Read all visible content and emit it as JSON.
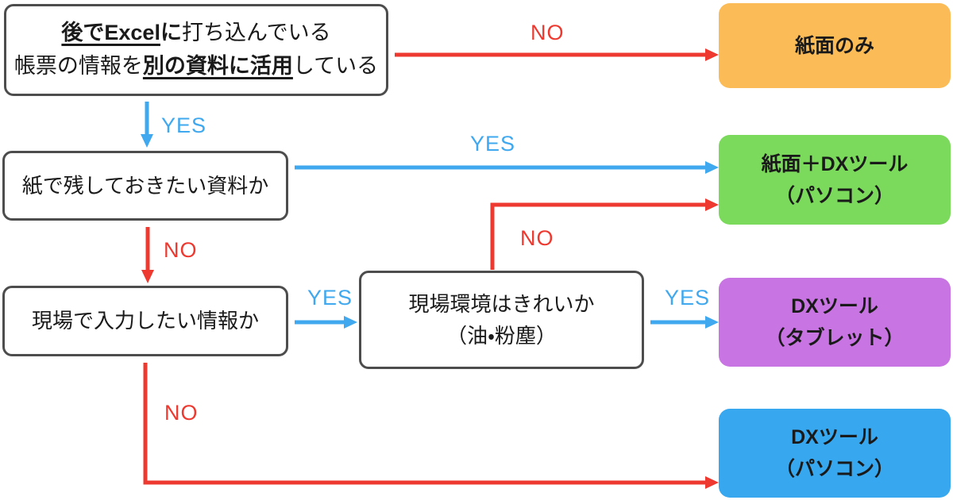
{
  "colors": {
    "red": "#ED392F",
    "blue": "#3FA8EF",
    "orange": "#FBBB56",
    "green": "#7BD95C",
    "purple": "#C874E2",
    "cyan": "#37A7EF",
    "border": "#4D4D4D",
    "ink": "#1A1A1A"
  },
  "flow": {
    "q1": {
      "line1": [
        {
          "text": "後でExcel",
          "style": "bold-underline"
        },
        {
          "text": "に",
          "style": "bold"
        },
        {
          "text": "打ち込んでいる",
          "style": "normal"
        }
      ],
      "line2": [
        {
          "text": "帳票の情報を",
          "style": "normal"
        },
        {
          "text": "別の資料に活用",
          "style": "bold-underline"
        },
        {
          "text": "している",
          "style": "normal"
        }
      ]
    },
    "q2": {
      "text": "紙で残しておきたい資料か"
    },
    "q3": {
      "text": "現場で入力したい情報か"
    },
    "q4": {
      "line1": "現場環境はきれいか",
      "line2": "（油・粉塵）"
    }
  },
  "results": {
    "paper_only": {
      "line1": "紙面のみ"
    },
    "paper_plus_dx": {
      "line1": "紙面＋DXツール",
      "line2": "（パソコン）"
    },
    "dx_tablet": {
      "line1": "DXツール",
      "line2": "（タブレット）"
    },
    "dx_pc": {
      "line1": "DXツール",
      "line2": "（パソコン）"
    }
  },
  "labels": {
    "no1": "NO",
    "yes1": "YES",
    "yes2": "YES",
    "no2": "NO",
    "yes3": "YES",
    "no3": "NO",
    "yes4": "YES",
    "no4": "NO"
  }
}
